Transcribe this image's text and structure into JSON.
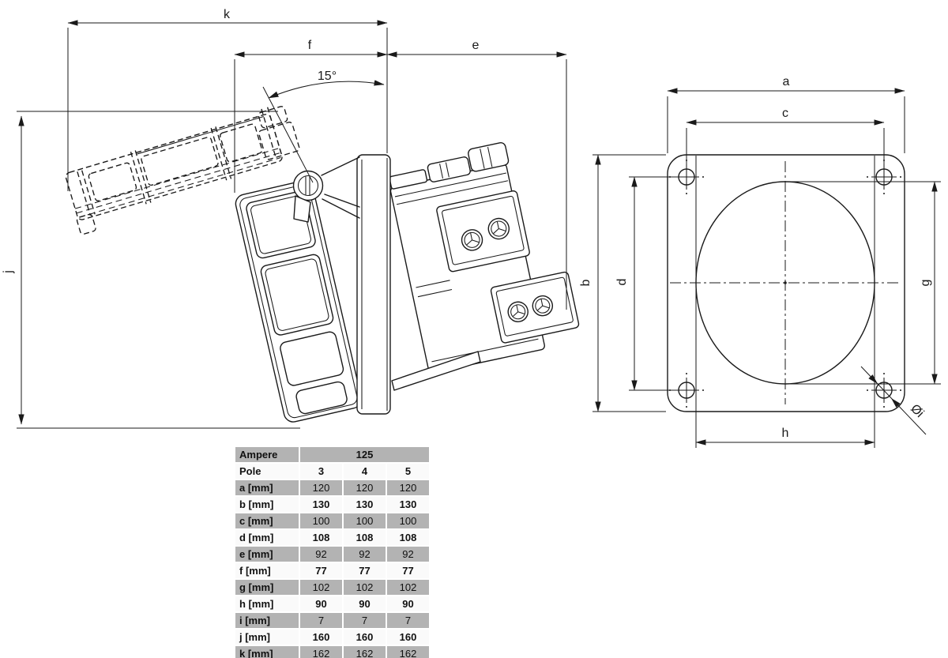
{
  "dimensions": {
    "k": "k",
    "f": "f",
    "e": "e",
    "angle": "15°",
    "j": "j",
    "a": "a",
    "c": "c",
    "b": "b",
    "d": "d",
    "g": "g",
    "h": "h",
    "hole_diameter": "Øi"
  },
  "table": {
    "rows": [
      {
        "label": "Ampere",
        "values": [
          "125"
        ],
        "span": 3,
        "shade": "gray",
        "bold_values": true
      },
      {
        "label": "Pole",
        "values": [
          "3",
          "4",
          "5"
        ],
        "shade": "light",
        "bold_values": true
      },
      {
        "label": "a [mm]",
        "values": [
          "120",
          "120",
          "120"
        ],
        "shade": "gray",
        "bold_values": false
      },
      {
        "label": "b [mm]",
        "values": [
          "130",
          "130",
          "130"
        ],
        "shade": "light",
        "bold_values": true
      },
      {
        "label": "c [mm]",
        "values": [
          "100",
          "100",
          "100"
        ],
        "shade": "gray",
        "bold_values": false
      },
      {
        "label": "d [mm]",
        "values": [
          "108",
          "108",
          "108"
        ],
        "shade": "light",
        "bold_values": true
      },
      {
        "label": "e [mm]",
        "values": [
          "92",
          "92",
          "92"
        ],
        "shade": "gray",
        "bold_values": false
      },
      {
        "label": "f [mm]",
        "values": [
          "77",
          "77",
          "77"
        ],
        "shade": "light",
        "bold_values": true
      },
      {
        "label": "g [mm]",
        "values": [
          "102",
          "102",
          "102"
        ],
        "shade": "gray",
        "bold_values": false
      },
      {
        "label": "h [mm]",
        "values": [
          "90",
          "90",
          "90"
        ],
        "shade": "light",
        "bold_values": true
      },
      {
        "label": "i [mm]",
        "values": [
          "7",
          "7",
          "7"
        ],
        "shade": "gray",
        "bold_values": false
      },
      {
        "label": "j [mm]",
        "values": [
          "160",
          "160",
          "160"
        ],
        "shade": "light",
        "bold_values": true
      },
      {
        "label": "k [mm]",
        "values": [
          "162",
          "162",
          "162"
        ],
        "shade": "gray",
        "bold_values": false
      }
    ]
  },
  "colors": {
    "line": "#1a1a1a",
    "row_gray": "#b3b3b3",
    "row_light": "#fafafa",
    "background": "#ffffff"
  }
}
